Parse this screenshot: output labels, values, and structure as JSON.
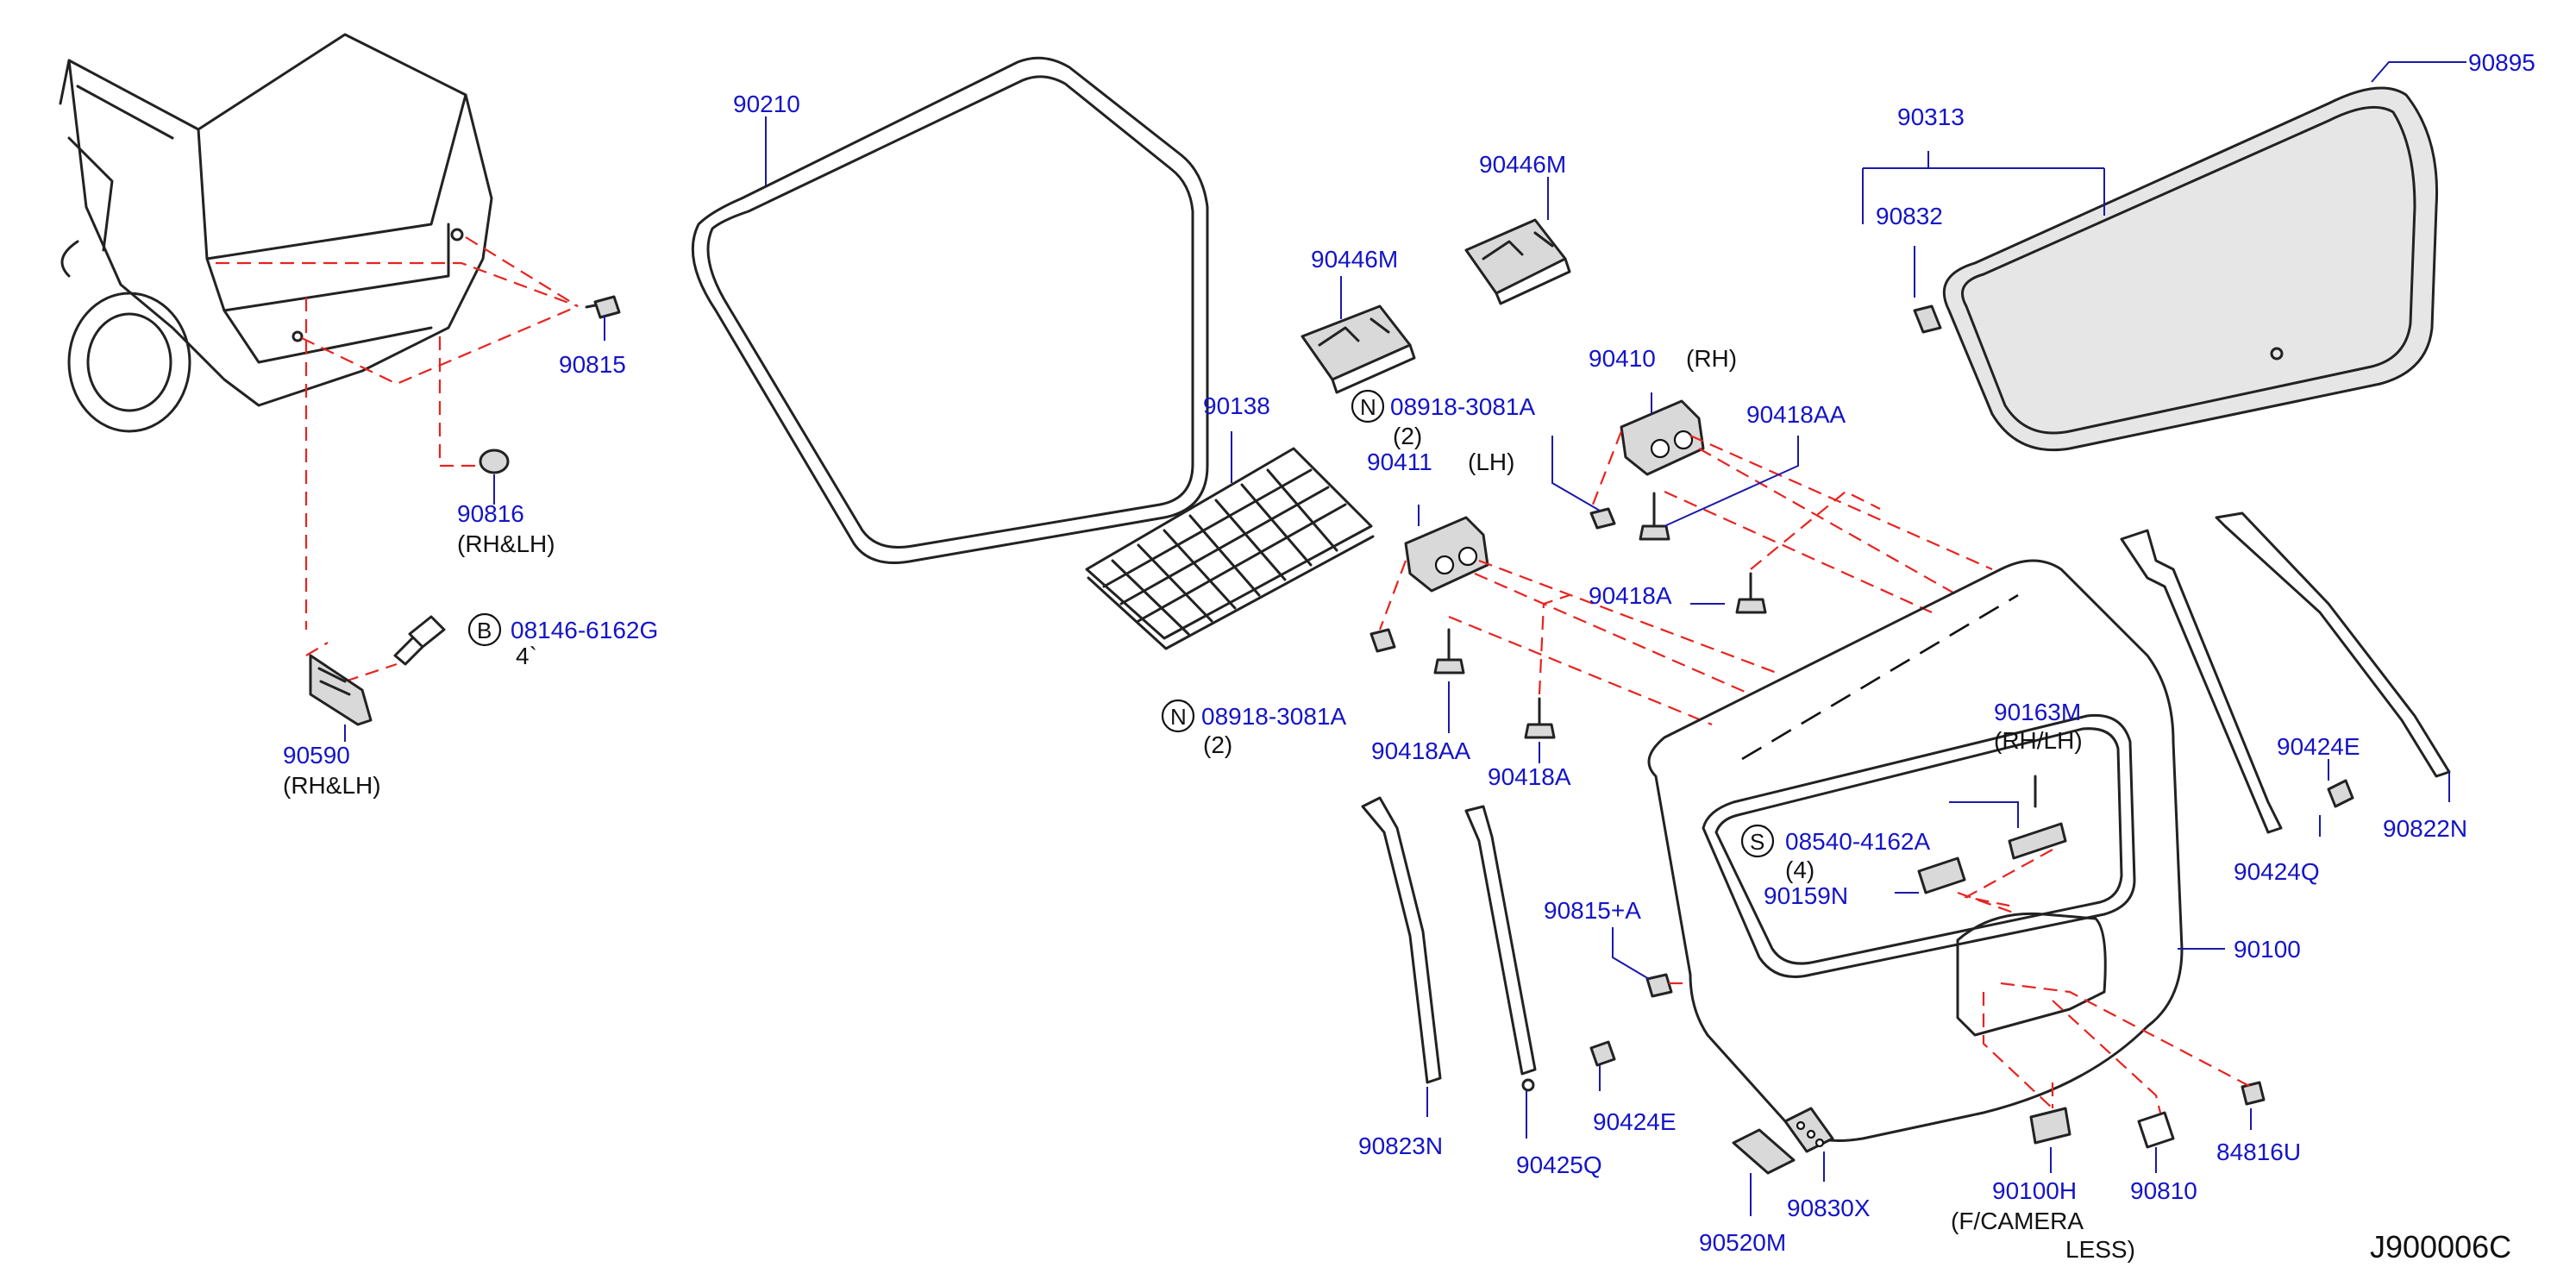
{
  "diagram_code": "J900006C",
  "callouts": {
    "c90210": "90210",
    "c90446m_a": "90446M",
    "c90446m_b": "90446M",
    "c90313": "90313",
    "c90895": "90895",
    "c90832": "90832",
    "c90138": "90138",
    "c90410": "90410",
    "c90410_note": "(RH)",
    "c90411": "90411",
    "c90411_note": "(LH)",
    "c90418aa_a": "90418AA",
    "c90418aa_b": "90418AA",
    "c90418a_a": "90418A",
    "c90418a_b": "90418A",
    "c90815": "90815",
    "c90816": "90816",
    "c90816_note": "(RH&LH)",
    "c90590": "90590",
    "c90590_note": "(RH&LH)",
    "c90163m": "90163M",
    "c90163m_note": "(RH/LH)",
    "c90159n": "90159N",
    "c90815a": "90815+A",
    "c90100": "90100",
    "c90424e_a": "90424E",
    "c90424e_b": "90424E",
    "c90424q": "90424Q",
    "c90822n": "90822N",
    "c90823n": "90823N",
    "c90425q": "90425Q",
    "c90520m": "90520M",
    "c90830x": "90830X",
    "c90100h": "90100H",
    "c90100h_note1": "(F/CAMERA",
    "c90100h_note2": "LESS)",
    "c90810": "90810",
    "c84816u": "84816U"
  },
  "fasteners": {
    "n_a": {
      "symbol": "N",
      "part": "08918-3081A",
      "qty": "(2)"
    },
    "n_b": {
      "symbol": "N",
      "part": "08918-3081A",
      "qty": "(2)"
    },
    "b": {
      "symbol": "B",
      "part": "08146-6162G",
      "qty": "4`"
    },
    "s": {
      "symbol": "S",
      "part": "08540-4162A",
      "qty": "(4)"
    }
  },
  "colors": {
    "callout": "#1414c8",
    "dashed_reference": "#e8231f",
    "outline": "#222222"
  }
}
